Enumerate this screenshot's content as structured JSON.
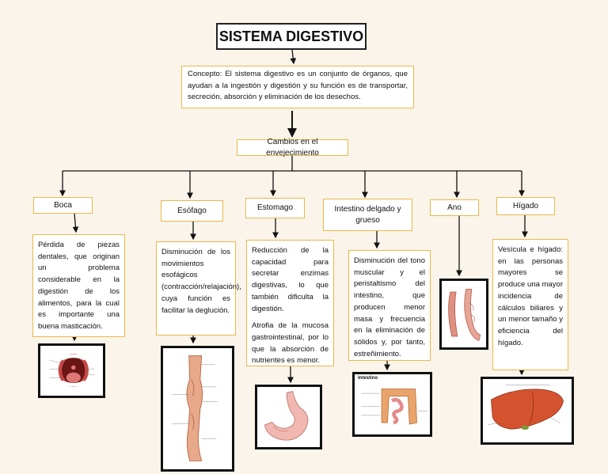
{
  "title": "SISTEMA DIGESTIVO",
  "concept": "Concepto: El sistema digestivo es un conjunto de órganos, que ayudan a la ingestión y digestión y su función es de transportar, secreción, absorción y eliminación de los desechos.",
  "changes": "Cambios en el envejecimiento",
  "organs": {
    "boca": {
      "label": "Boca",
      "text": "Pérdida de piezas dentales, que originan un problema considerable en la digestión de los alimentos, para la cual es importante una buena masticación."
    },
    "esofago": {
      "label": "Esófago",
      "text": "Disminución de los movimientos esofágicos (contracción/relajación), cuya función es facilitar la deglución."
    },
    "estomago": {
      "label": "Estomago",
      "text1": "Reducción de la capacidad para secretar enzimas digestivas, lo que también dificulta la digestión.",
      "text2": "Atrofia de la mucosa gastrointestinal, por lo que la absorción de nutrientes es menor."
    },
    "intestino": {
      "label": "Intestino delgado y grueso",
      "text": "Disminución del tono muscular y el peristaltismo del intestino, que producen menor masa y frecuencia en la eliminación de sólidos y, por tanto, estreñimiento.",
      "image_caption": "Intestino"
    },
    "ano": {
      "label": "Ano"
    },
    "higado": {
      "label": "Hígado",
      "text": "Vesícula e hígado: en las personas mayores se produce una mayor incidencia de cálculos biliares y un menor tamaño y eficiencia del hígado."
    }
  },
  "colors": {
    "box_border": "#e8b94a",
    "background": "#fbf4ea",
    "arrow": "#111111"
  }
}
